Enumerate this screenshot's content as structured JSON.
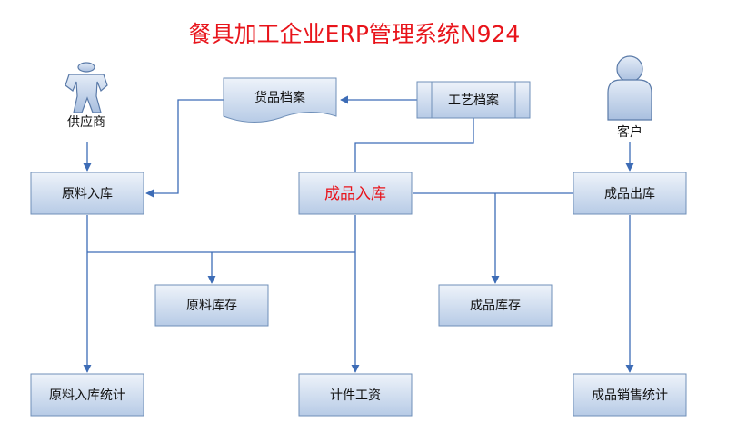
{
  "title": "餐具加工企业ERP管理系统N924",
  "actors": {
    "supplier": "供应商",
    "customer": "客户"
  },
  "nodes": {
    "goods_archive": "货品档案",
    "process_archive": "工艺档案",
    "raw_material_in": "原料入库",
    "finished_in": "成品入库",
    "finished_out": "成品出库",
    "raw_material_stock": "原料库存",
    "finished_stock": "成品库存",
    "raw_material_in_stats": "原料入库统计",
    "piece_wage": "计件工资",
    "finished_sales_stats": "成品销售统计"
  },
  "colors": {
    "title": "#e8141b",
    "highlight_text": "#e8141b",
    "box_top": "#eef3fa",
    "box_bottom": "#b7cbe6",
    "box_border": "#6f8fb8",
    "line": "#3d6cb6"
  }
}
